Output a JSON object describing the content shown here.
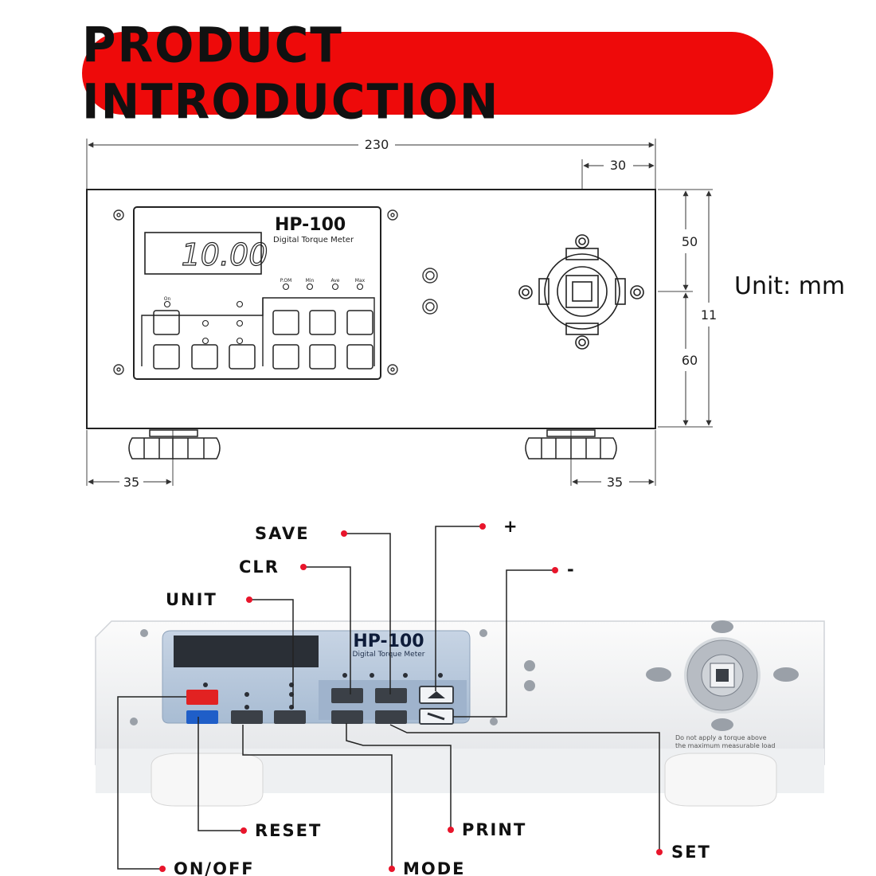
{
  "banner": {
    "title": "PRODUCT INTRODUCTION"
  },
  "unit_note": "Unit: mm",
  "drawing": {
    "model": "HP-100",
    "subtitle": "Digital Torque Meter",
    "display_value": "10.00",
    "indicator_labels": [
      "P.OM",
      "Min",
      "Ave",
      "Max"
    ],
    "small_label": "On",
    "dimensions": {
      "width": "230",
      "offset_top": "30",
      "upper": "50",
      "lower": "60",
      "height": "11",
      "foot_left": "35",
      "foot_right": "35"
    }
  },
  "photo": {
    "model": "HP-100",
    "subtitle": "Digital Torque Meter",
    "side_note_1": "Do not apply a torque above",
    "side_note_2": "the maximum measurable load"
  },
  "callouts": {
    "save": "SAVE",
    "clr": "CLR",
    "unit": "UNIT",
    "plus": "+",
    "minus": "-",
    "reset": "RESET",
    "on_off": "ON/OFF",
    "print": "PRINT",
    "mode": "MODE",
    "set": "SET"
  },
  "colors": {
    "banner": "#ee0a0a",
    "callout_dot": "#e8152b",
    "panel_blue": "#b8c8dc",
    "onoff_button": "#e22222",
    "reset_button": "#1f5ec8"
  }
}
